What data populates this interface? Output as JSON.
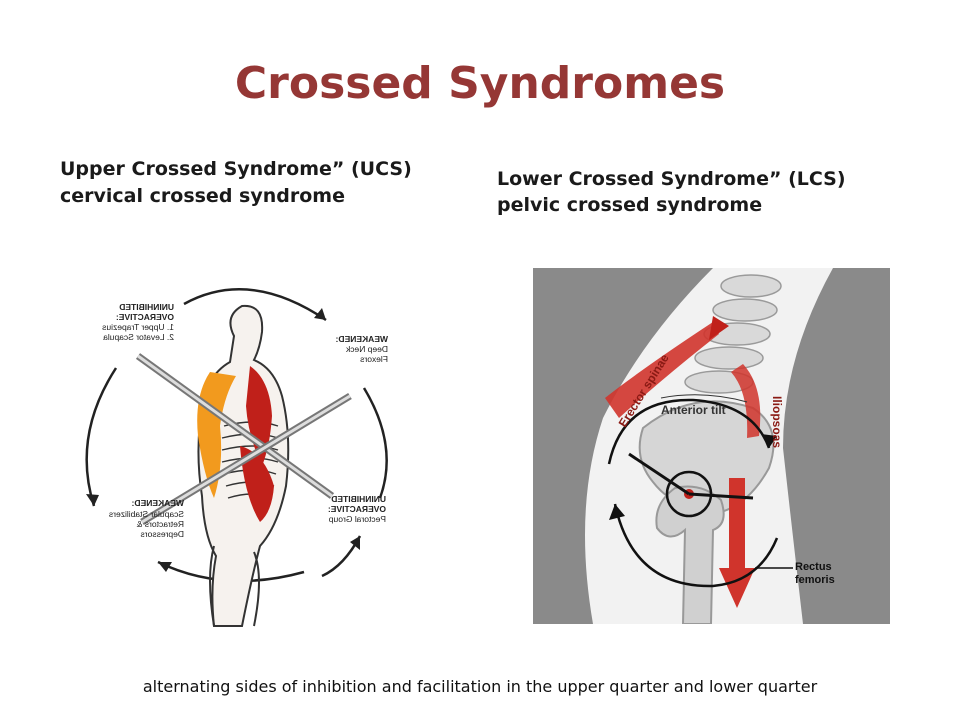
{
  "slide": {
    "title": "Crossed Syndromes",
    "upper": {
      "line1": "Upper Crossed Syndrome” (UCS)",
      "line2": "cervical crossed syndrome"
    },
    "lower": {
      "line1": "Lower Crossed Syndrome” (LCS)",
      "line2": "pelvic crossed syndrome"
    },
    "footer": "alternating sides of inhibition and facilitation in the upper quarter and lower quarter"
  },
  "ucs_figure": {
    "label_tl_1": "UNINHIBITED",
    "label_tl_2": "OVERACTIVE:",
    "label_tl_3": "1. Upper Trapezius",
    "label_tl_4": "2. Levator Scapula",
    "label_tr_1": "WEAKENED:",
    "label_tr_2": "Deep Neck",
    "label_tr_3": "Flexors",
    "label_bl_1": "WEAKENED:",
    "label_bl_2": "Scapular Stabilizers",
    "label_bl_3": "Retractors &",
    "label_bl_4": "Depressors",
    "label_br_1": "UNINHIBITED",
    "label_br_2": "OVERACTIVE:",
    "label_br_3": "Pectoral Group"
  },
  "lcs_figure": {
    "erector": "Erector spinae",
    "anterior": "Anterior tilt",
    "iliopsoas": "Iliopsoas",
    "rectus_1": "Rectus",
    "rectus_2": "femoris"
  },
  "colors": {
    "title": "#953735",
    "muscle_red": "#c0201a",
    "muscle_orange": "#f29a1e",
    "lcs_background": "#8a8a8a"
  }
}
